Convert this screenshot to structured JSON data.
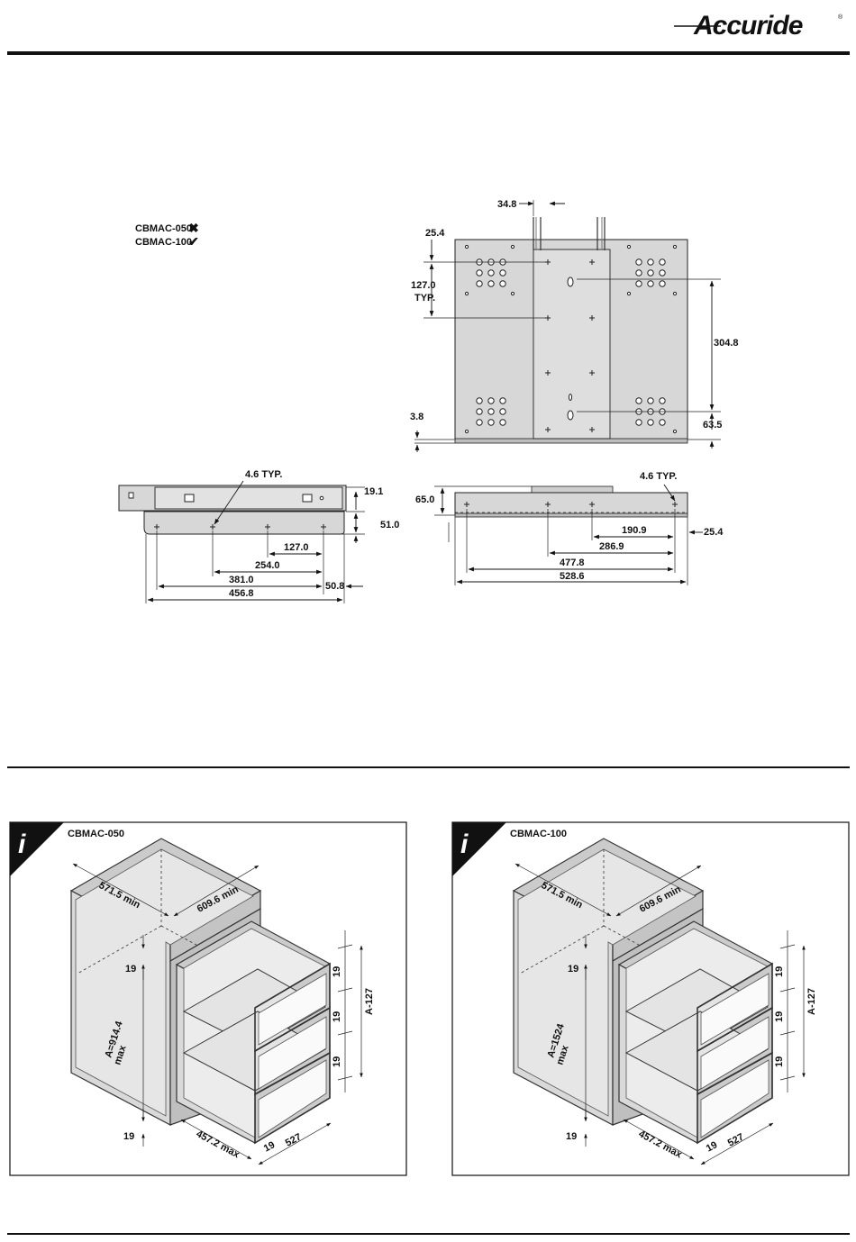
{
  "brand": {
    "logo_text": "Accuride",
    "registered_mark": "®"
  },
  "legend": {
    "items": [
      {
        "model": "CBMAC-050",
        "symbol": "✖"
      },
      {
        "model": "CBMAC-100",
        "symbol": "✔"
      }
    ]
  },
  "top_view": {
    "dims": [
      "34.8",
      "25.4",
      "127.0",
      "TYP.",
      "304.8",
      "3.8",
      "63.5"
    ]
  },
  "side_view": {
    "dims": [
      "4.6 TYP.",
      "19.1",
      "51.0",
      "127.0",
      "254.0",
      "381.0",
      "50.8",
      "456.8"
    ]
  },
  "front_view": {
    "dims": [
      "4.6 TYP.",
      "65.0",
      "190.9",
      "25.4",
      "286.9",
      "477.8",
      "528.6"
    ]
  },
  "panels": [
    {
      "info_icon": "i",
      "model": "CBMAC-050",
      "dims": {
        "depth": "571.5 min",
        "width": "609.6 min",
        "top_gap": "19",
        "height": "A=914.4",
        "height_note": "max",
        "bottom_gap": "19",
        "drawer_depth": "457.2 max",
        "side_gap": "19",
        "drawer_width": "527",
        "gap1": "19",
        "gap2": "19",
        "gap3": "19",
        "stack": "A-127"
      }
    },
    {
      "info_icon": "i",
      "model": "CBMAC-100",
      "dims": {
        "depth": "571.5 min",
        "width": "609.6 min",
        "top_gap": "19",
        "height": "A=1524",
        "height_note": "max",
        "bottom_gap": "19",
        "drawer_depth": "457.2 max",
        "side_gap": "19",
        "drawer_width": "527",
        "gap1": "19",
        "gap2": "19",
        "gap3": "19",
        "stack": "A-127"
      }
    }
  ]
}
